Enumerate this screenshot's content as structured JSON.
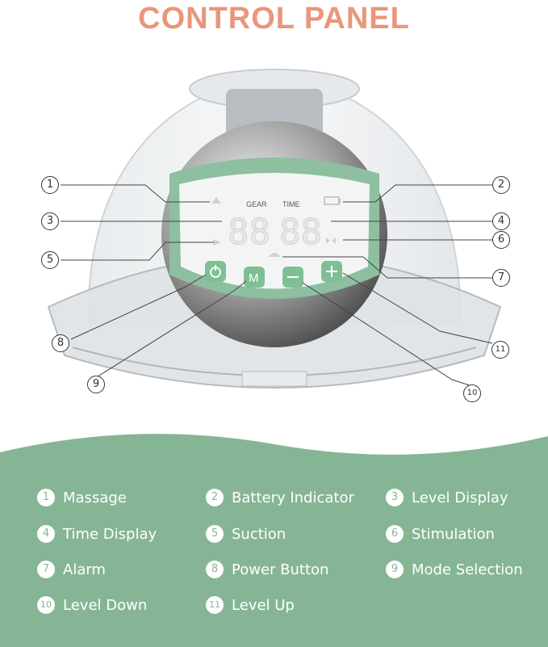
{
  "title": "CONTROL PANEL",
  "display": {
    "gear_label": "GEAR",
    "time_label": "TIME",
    "level_digits": "88",
    "time_digits": "88"
  },
  "buttons": {
    "mode_glyph": "M"
  },
  "callouts": [
    "1",
    "2",
    "3",
    "4",
    "5",
    "6",
    "7",
    "8",
    "9",
    "10",
    "11"
  ],
  "legend": [
    {
      "num": "1",
      "label": "Massage"
    },
    {
      "num": "2",
      "label": "Battery Indicator"
    },
    {
      "num": "3",
      "label": "Level Display"
    },
    {
      "num": "4",
      "label": "Time Display"
    },
    {
      "num": "5",
      "label": "Suction"
    },
    {
      "num": "6",
      "label": "Stimulation"
    },
    {
      "num": "7",
      "label": "Alarm"
    },
    {
      "num": "8",
      "label": "Power Button"
    },
    {
      "num": "9",
      "label": "Mode Selection"
    },
    {
      "num": "10",
      "label": "Level Down"
    },
    {
      "num": "11",
      "label": "Level Up"
    }
  ],
  "colors": {
    "title": "#e9967a",
    "accent_green": "#86b596",
    "button_green": "#7fbf93"
  }
}
